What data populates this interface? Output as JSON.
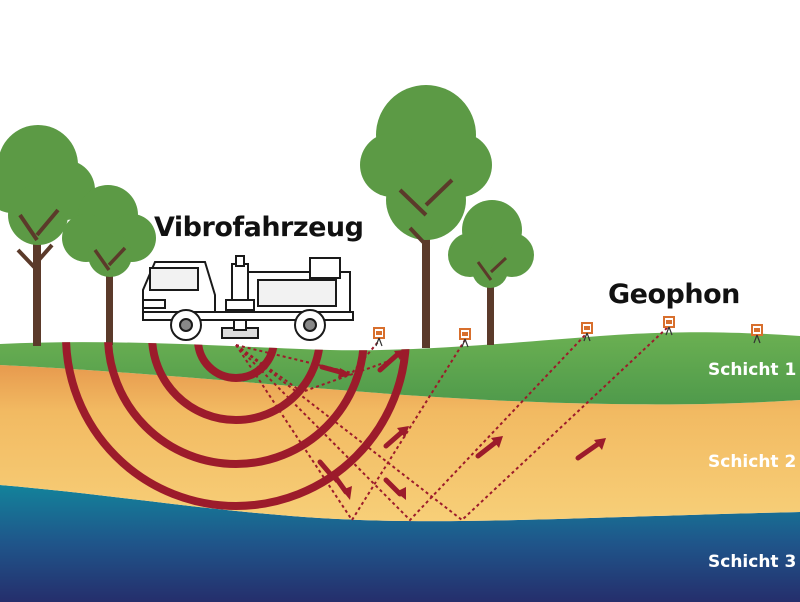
{
  "labels": {
    "vehicle": "Vibrofahrzeug",
    "geophone": "Geophon",
    "layer1": "Schicht 1",
    "layer2": "Schicht 2",
    "layer3": "Schicht 3"
  },
  "colors": {
    "wave": "#9c1b2b",
    "grass_top": "#5da34d",
    "layer2_top": "#f3bf63",
    "layer3_top": "#1a7f99",
    "layer3_bottom": "#23326f",
    "tree_canopy": "#5c9a45",
    "trunk": "#5b3a2a",
    "geophone": "#d86f2d"
  },
  "icons": [
    "tree-icon",
    "vibro-truck-icon",
    "geophone-icon"
  ]
}
